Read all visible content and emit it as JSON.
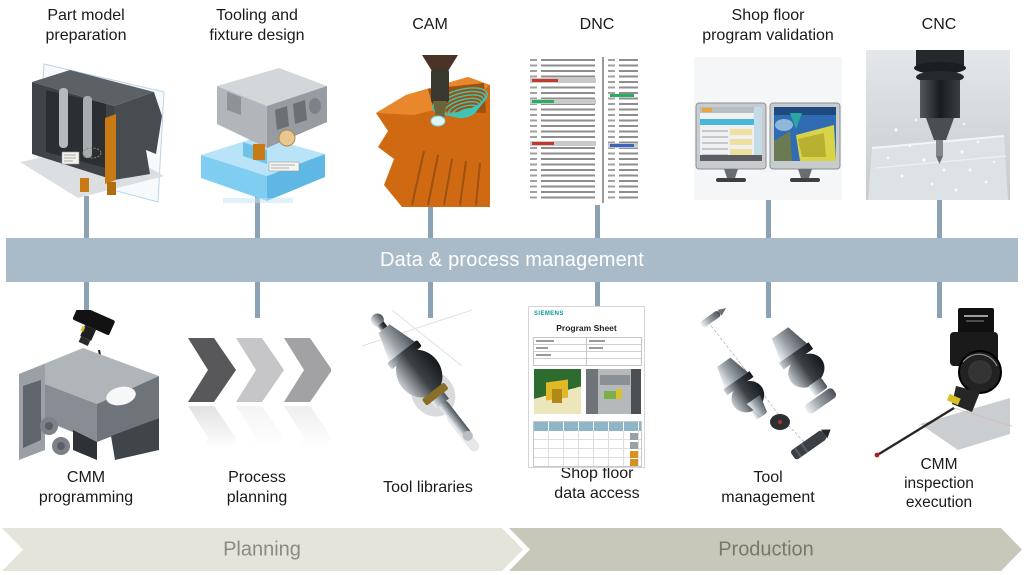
{
  "band": {
    "label": "Data & process management",
    "color": "#a9bbc9"
  },
  "connector_color": "#8ba2b4",
  "top_row": [
    {
      "id": "part-model-preparation",
      "lines": [
        "Part model",
        "preparation"
      ]
    },
    {
      "id": "tooling-and-fixture-design",
      "lines": [
        "Tooling and",
        "fixture design"
      ]
    },
    {
      "id": "cam",
      "lines": [
        "CAM"
      ]
    },
    {
      "id": "dnc",
      "lines": [
        "DNC"
      ]
    },
    {
      "id": "shop-floor-program-validation",
      "lines": [
        "Shop floor",
        "program validation"
      ]
    },
    {
      "id": "cnc",
      "lines": [
        "CNC"
      ]
    }
  ],
  "bottom_row": [
    {
      "id": "cmm-programming",
      "lines": [
        "CMM",
        "programming"
      ]
    },
    {
      "id": "process-planning",
      "lines": [
        "Process",
        "planning"
      ]
    },
    {
      "id": "tool-libraries",
      "lines": [
        "Tool libraries"
      ]
    },
    {
      "id": "shop-floor-data-access",
      "lines": [
        "Shop floor",
        "data access"
      ]
    },
    {
      "id": "tool-management",
      "lines": [
        "Tool",
        "management"
      ]
    },
    {
      "id": "cmm-inspection-execution",
      "lines": [
        "CMM",
        "inspection",
        "execution"
      ]
    }
  ],
  "phases": [
    {
      "label": "Planning",
      "fill": "#e5e4db",
      "text_color": "#8a8a82"
    },
    {
      "label": "Production",
      "fill": "#c8c8ba",
      "text_color": "#77776f"
    }
  ],
  "program_sheet": {
    "brand": "SIEMENS",
    "title": "Program Sheet"
  }
}
